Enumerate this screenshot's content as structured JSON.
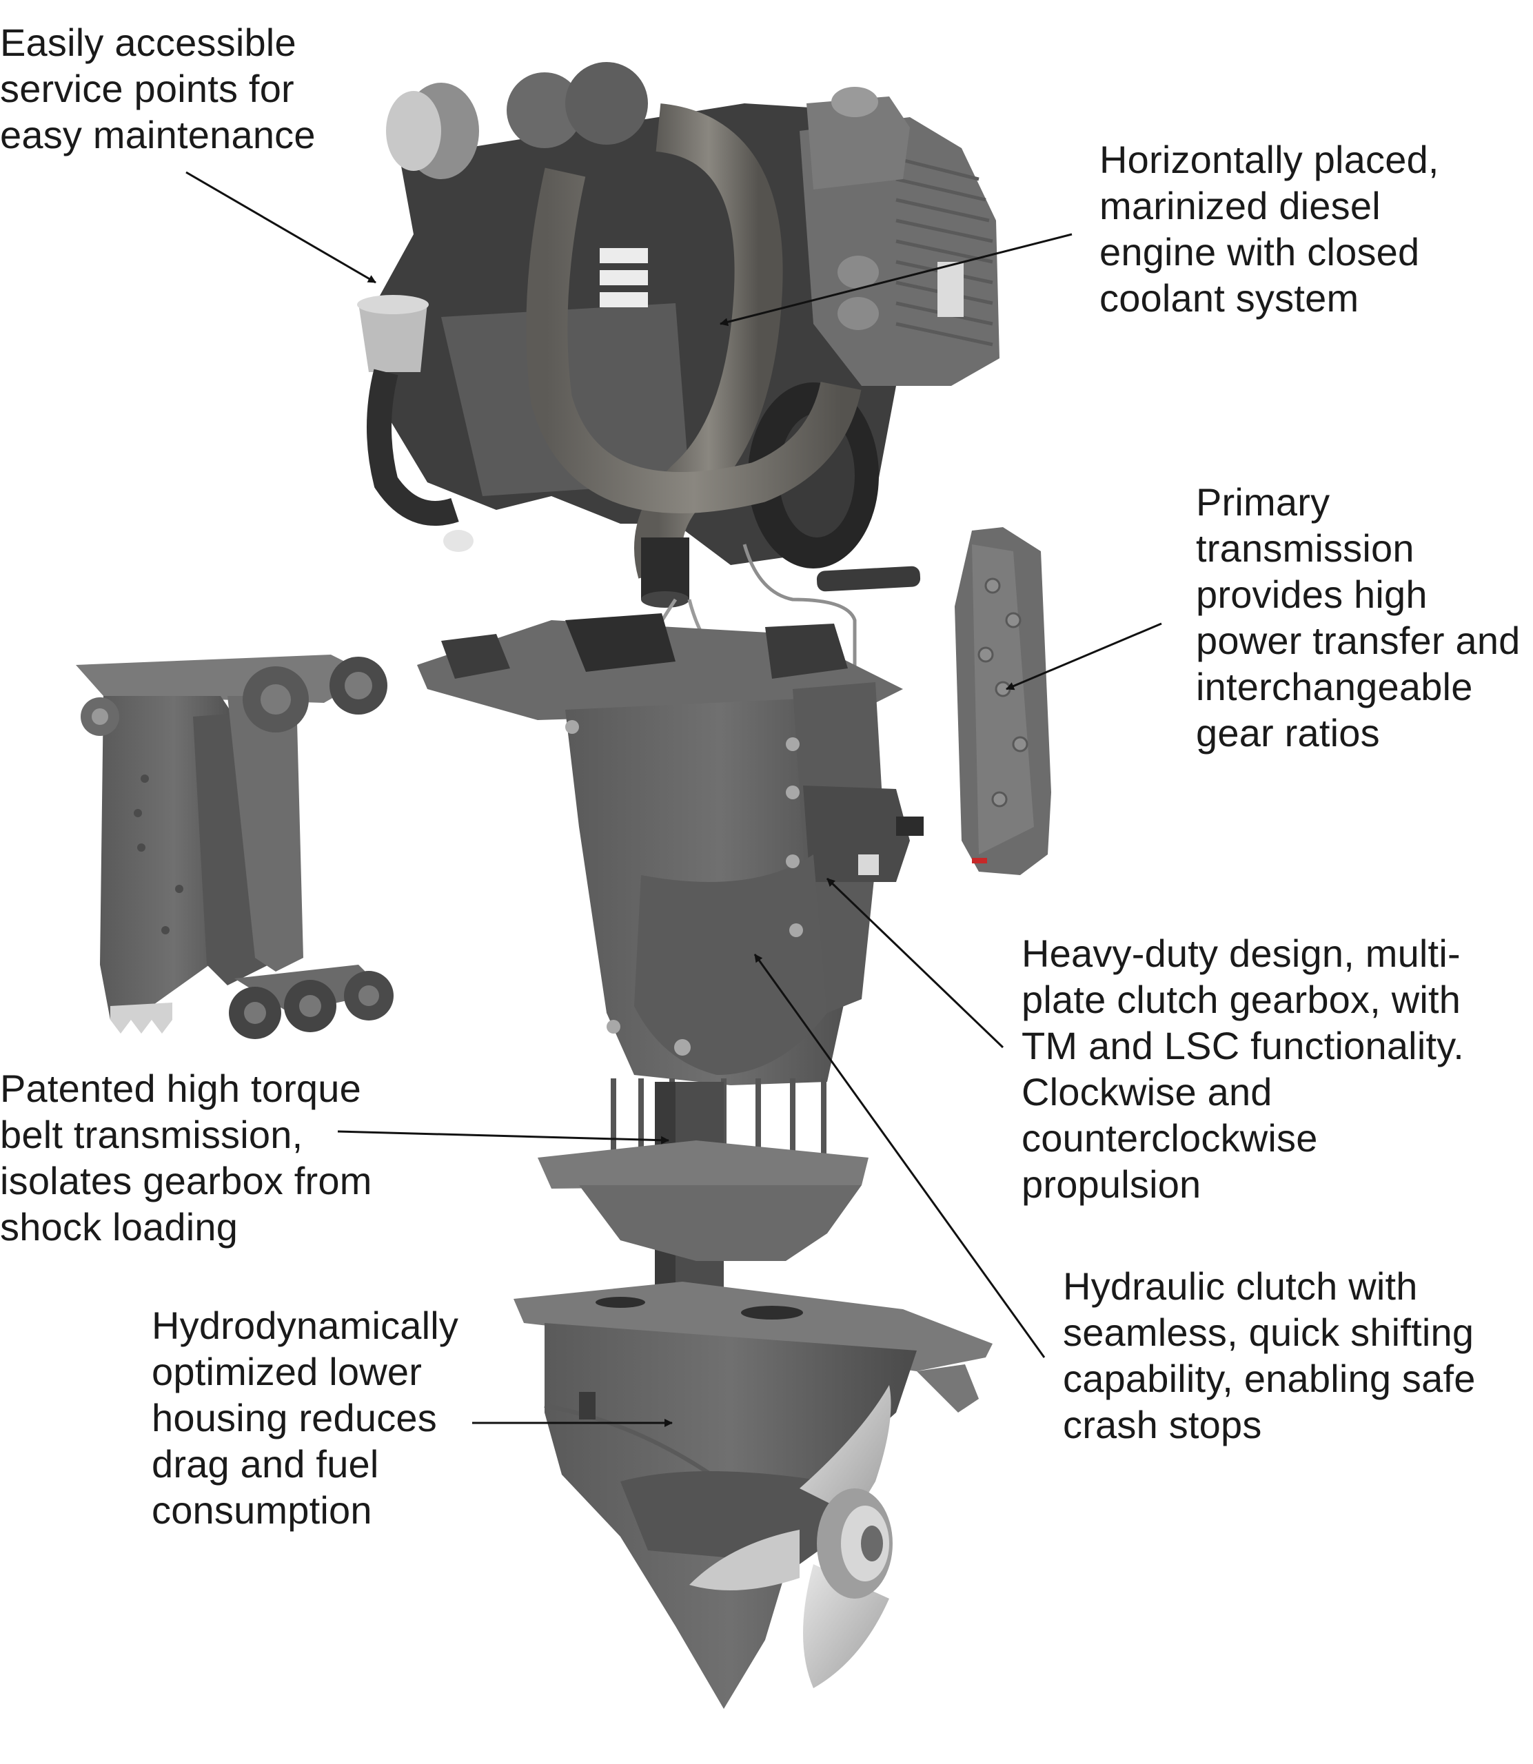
{
  "diagram": {
    "labels": {
      "service_points": "Easily accessible\nservice points for\neasy maintenance",
      "engine": "Horizontally placed,\nmarinized diesel\nengine with closed\ncoolant system",
      "primary_transmission": "Primary\ntransmission\n provides high\npower transfer and\ninterchangeable\ngear ratios",
      "gearbox": "Heavy-duty design, multi-\nplate clutch gearbox, with\nTM and LSC functionality.\nClockwise and\ncounterclockwise\npropulsion",
      "belt_transmission": "Patented high torque\nbelt transmission,\nisolates gearbox from\nshock loading",
      "hydraulic_clutch": "Hydraulic clutch with\nseamless, quick shifting\ncapability, enabling safe\ncrash stops",
      "lower_housing": "Hydrodynamically\noptimized lower\nhousing reduces\ndrag and fuel\nconsumption"
    },
    "colors": {
      "body_dark": "#4e4e4e",
      "body_mid": "#6a6a6a",
      "body_light": "#8c8c8c",
      "accent_light": "#c9c9c9",
      "arrow": "#111111"
    }
  }
}
